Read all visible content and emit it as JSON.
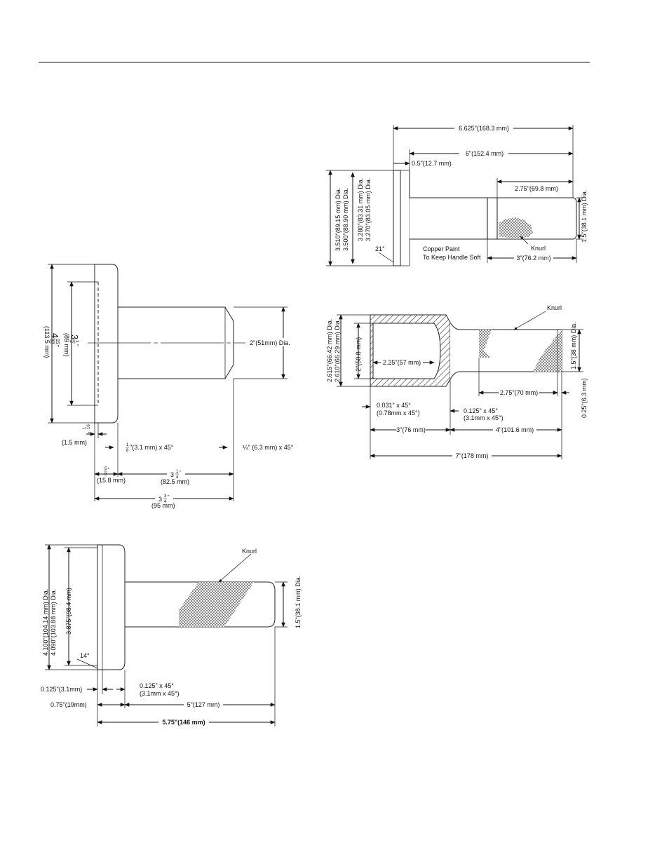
{
  "drawing_1": {
    "overall_len": "6.625\"(168.3 mm)",
    "shank_len": "6\"(152.4 mm)",
    "head_thick": "0.5\"(12.7 mm)",
    "knurl_len": "2.75\"(69.8 mm)",
    "shank_dia": "1.5\"(38.1 mm) Dia.",
    "outer_dia": "3.510\"(89.15 mm) Dia.",
    "outer_dia_2": "3.500\"(88.90 mm) Dia.",
    "face_dia": "3.280\"(83.31 mm) Dia.",
    "face_dia_2": "3.270\"(83.05 mm) Dia.",
    "angle": "21°",
    "copper_note_1": "Copper Paint",
    "copper_note_2": "To Keep Handle Soft",
    "knurl_label": "Knurl",
    "handle_len": "3\"(76.2 mm)"
  },
  "drawing_2": {
    "dia_a": "3",
    "dia_a_num": "1",
    "dia_a_den": "2",
    "dia_a_unit": "\"",
    "dia_a_mm": "(89 mm)",
    "dia_b": "4",
    "dia_b_num": "15",
    "dia_b_den": "32",
    "dia_b_unit": "\"",
    "dia_b_mm": "(113.5 mm)",
    "shank_dia": "2\"(51mm) Dia.",
    "small_frac_num": "1",
    "small_frac_den": "16",
    "small_frac_unit": "\"",
    "small_mm": "(1.5 mm)",
    "chamfer_1_num": "1",
    "chamfer_1_den": "8",
    "chamfer_1": "\"(3.1 mm) x 45°",
    "chamfer_2": "¼\" (6.3 mm) x 45°",
    "head_num": "5",
    "head_den": "8",
    "head_unit": "\"",
    "head_mm": "(15.8 mm)",
    "shank_whole": "3",
    "shank_num": "1",
    "shank_den": "4",
    "shank_unit": "\"",
    "shank_mm": "(82.5 mm)",
    "total_whole": "3",
    "total_num": "3",
    "total_den": "4",
    "total_unit": "\"",
    "total_mm": "(95 mm)"
  },
  "drawing_3": {
    "knurl_label": "Knurl",
    "outer_dia": "2.615\"(66.42 mm) Dia.",
    "outer_dia_2": "2.610\"(66.29 mm) Dia.",
    "bore_dia": "2\"(50.8 mm)",
    "bore_depth": "2.25\"(57 mm)",
    "shank_dia": "1.5\"(38 mm) Dia.",
    "knurl_len": "2.75\"(70 mm)",
    "end_len": "0.25\"(6.3 mm)",
    "chamfer_a": "0.031\" x 45°",
    "chamfer_a_mm": "(0.78mm x 45°)",
    "chamfer_b": "0.125\" x 45°",
    "chamfer_b_mm": "(3.1mm x 45°)",
    "head_len": "3\"(76 mm)",
    "shank_len": "4\"(101.6 mm)",
    "total_len": "7\"(178 mm)"
  },
  "drawing_4": {
    "knurl_label": "Knurl",
    "outer_dia": "4.100\"(104.14 mm) Dia.",
    "outer_dia_2": "4.090\"(103.88 mm) Dia.",
    "face_dia": "3.875\"(98.4 mm)",
    "angle": "14°",
    "shank_dia": "1.5\"(38.1 mm) Dia.",
    "lip": "0.125\"(3.1mm)",
    "chamfer": "0.125\" x 45°",
    "chamfer_mm": "(3.1mm x 45°)",
    "head_len": "0.75\"(19mm)",
    "shank_len": "5\"(127 mm)",
    "total_len": "5.75\"(146 mm)"
  }
}
